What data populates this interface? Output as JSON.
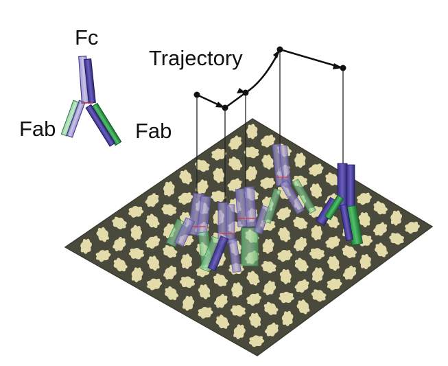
{
  "labels": {
    "fc": "Fc",
    "fab_left": "Fab",
    "fab_right": "Fab",
    "trajectory": "Trajectory"
  },
  "colors": {
    "surface": "#4a4a3c",
    "surface_edge": "#3a3a2e",
    "antigen": "#e3dcaa",
    "heavy_chain": "#4b3f9e",
    "heavy_chain_light": "#8b80c8",
    "light_chain": "#3ea85a",
    "light_chain_light": "#9fd6a6",
    "trajectory_line": "#111111"
  },
  "antigen_grid": {
    "rows": 11,
    "cols": 11
  }
}
